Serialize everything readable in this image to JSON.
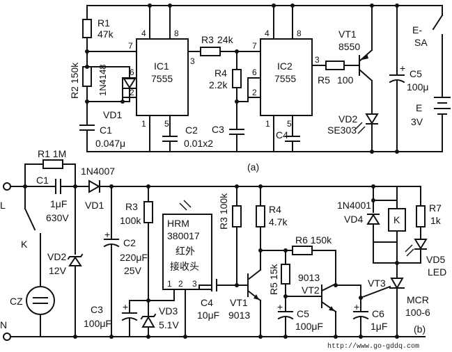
{
  "circuit_a": {
    "caption": "(a)",
    "r1_ref": "R1",
    "r1_val": "47k",
    "r2_label": "R2 150k",
    "diode_1n4148": "1N4148",
    "vd1": "VD1",
    "c1_ref": "C1",
    "c1_val": "0.047μ",
    "ic1_ref": "IC1",
    "ic1_type": "7555",
    "ic1_pins": [
      "4",
      "8",
      "7",
      "6",
      "2",
      "3",
      "1",
      "5"
    ],
    "c2_ref": "C2",
    "c2_val": "0.01x2",
    "r3_ref": "R3",
    "r3_val": "24k",
    "r4_ref": "R4",
    "r4_val": "2.2k",
    "c3_ref": "C3",
    "ic2_ref": "IC2",
    "ic2_type": "7555",
    "ic2_pins": [
      "4",
      "8",
      "7",
      "6",
      "2",
      "3",
      "1",
      "5"
    ],
    "c4_ref": "C4",
    "r5_ref": "R5",
    "r5_val": "100",
    "vt1_ref": "VT1",
    "vt1_val": "8550",
    "vd2_ref": "VD2",
    "vd2_val": "SE303",
    "c5_ref": "C5",
    "c5_val": "100μ",
    "sw_ref": "SA",
    "sw_marker": "E-",
    "bat_ref": "E",
    "bat_val": "3V",
    "cap_plus": "+"
  },
  "circuit_b": {
    "caption": "(b)",
    "term_l": "L",
    "term_n": "N",
    "r1_label": "R1 1M",
    "c1_ref": "C1",
    "c1_val1": "1μF",
    "c1_val2": "630V",
    "d_1n4007": "1N4007",
    "vd1": "VD1",
    "k_ref": "K",
    "vd2_ref": "VD2",
    "vd2_val": "12V",
    "cz_ref": "CZ",
    "c3_ref": "C3",
    "c3_val": "100μF",
    "c2_ref": "C2",
    "c2_val1": "220μF",
    "c2_val2": "25V",
    "r3_ref": "R3",
    "r3_val": "100k",
    "hrm_line1": "HRM",
    "hrm_line2": "380017",
    "hrm_cn1": "红外",
    "hrm_cn2": "接收头",
    "hrm_pins": [
      "1",
      "2",
      "3"
    ],
    "vd3_ref": "VD3",
    "vd3_val": "5.1V",
    "c4_ref": "C4",
    "c4_val": "10μF",
    "r3b_label": "R3 100k",
    "vt1_ref": "VT1",
    "vt1_val": "9013",
    "r4_ref": "R4",
    "r4_val": "4.7k",
    "r6_label": "R6 150k",
    "r5_label": "R5 15k",
    "vt2_val": "9013",
    "vt2_ref": "VT2",
    "c5_ref": "C5",
    "c5_val": "100μF",
    "c6_ref": "C6",
    "c6_val": "1μF",
    "d_1n4001": "1N4001",
    "vd4": "VD4",
    "k_relay": "K",
    "r7_ref": "R7",
    "r7_val": "1k",
    "vd5_ref": "VD5",
    "vd5_val": "LED",
    "vt3_ref": "VT3",
    "mcr_ref": "MCR",
    "mcr_val": "100-6",
    "cap_plus": "+"
  },
  "watermark": "http://www.go-gddq.com"
}
